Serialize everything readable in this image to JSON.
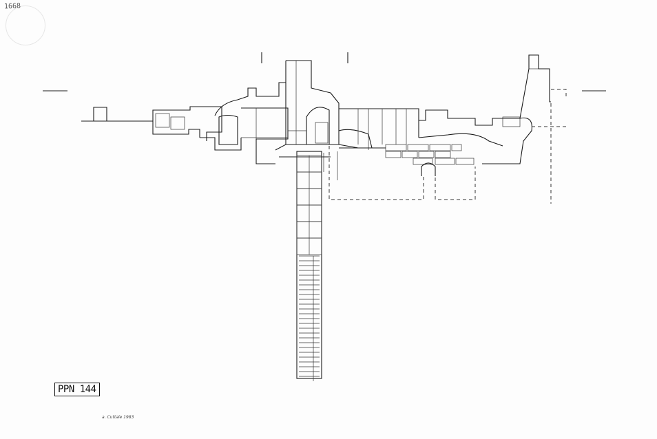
{
  "corner_note": "1668",
  "plan_label": "PPN 144",
  "caption": "a. Cuttale 1983",
  "colors": {
    "ink": "#1a1a1a",
    "paper": "#fdfdfd"
  }
}
